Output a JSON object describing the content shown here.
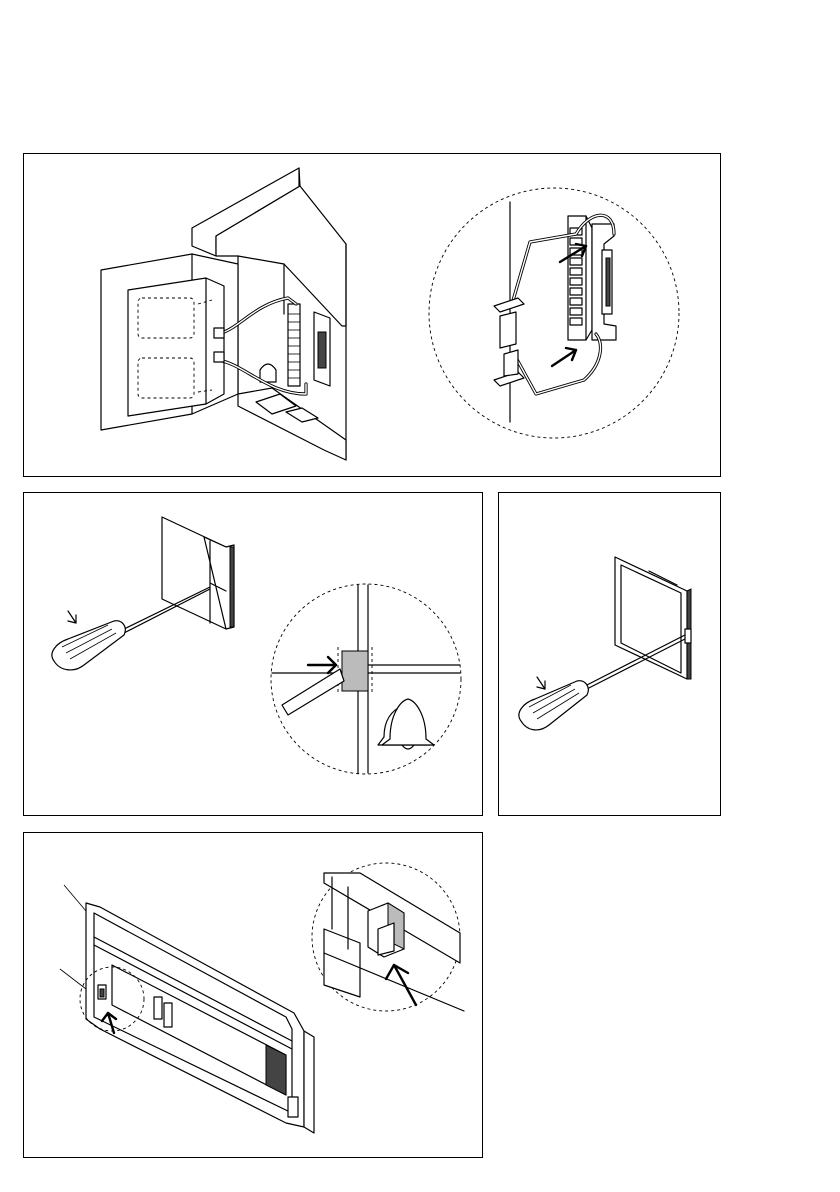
{
  "figures": [
    {
      "id": "fig-wiring",
      "shows": "wiring"
    },
    {
      "id": "fig-front-cover-removal",
      "shows": "screwdriver"
    },
    {
      "id": "fig-frame-removal",
      "shows": "screwdriver"
    },
    {
      "id": "fig-housing-latch",
      "shows": "latch"
    }
  ],
  "icons": [
    "arrow-icon",
    "screwdriver-icon",
    "bell-icon",
    "magnifier-detail-icon"
  ],
  "colors": {
    "line": "#000000",
    "background": "#ffffff",
    "dark_fill": "#444444",
    "light_fill": "#bbbbbb"
  }
}
